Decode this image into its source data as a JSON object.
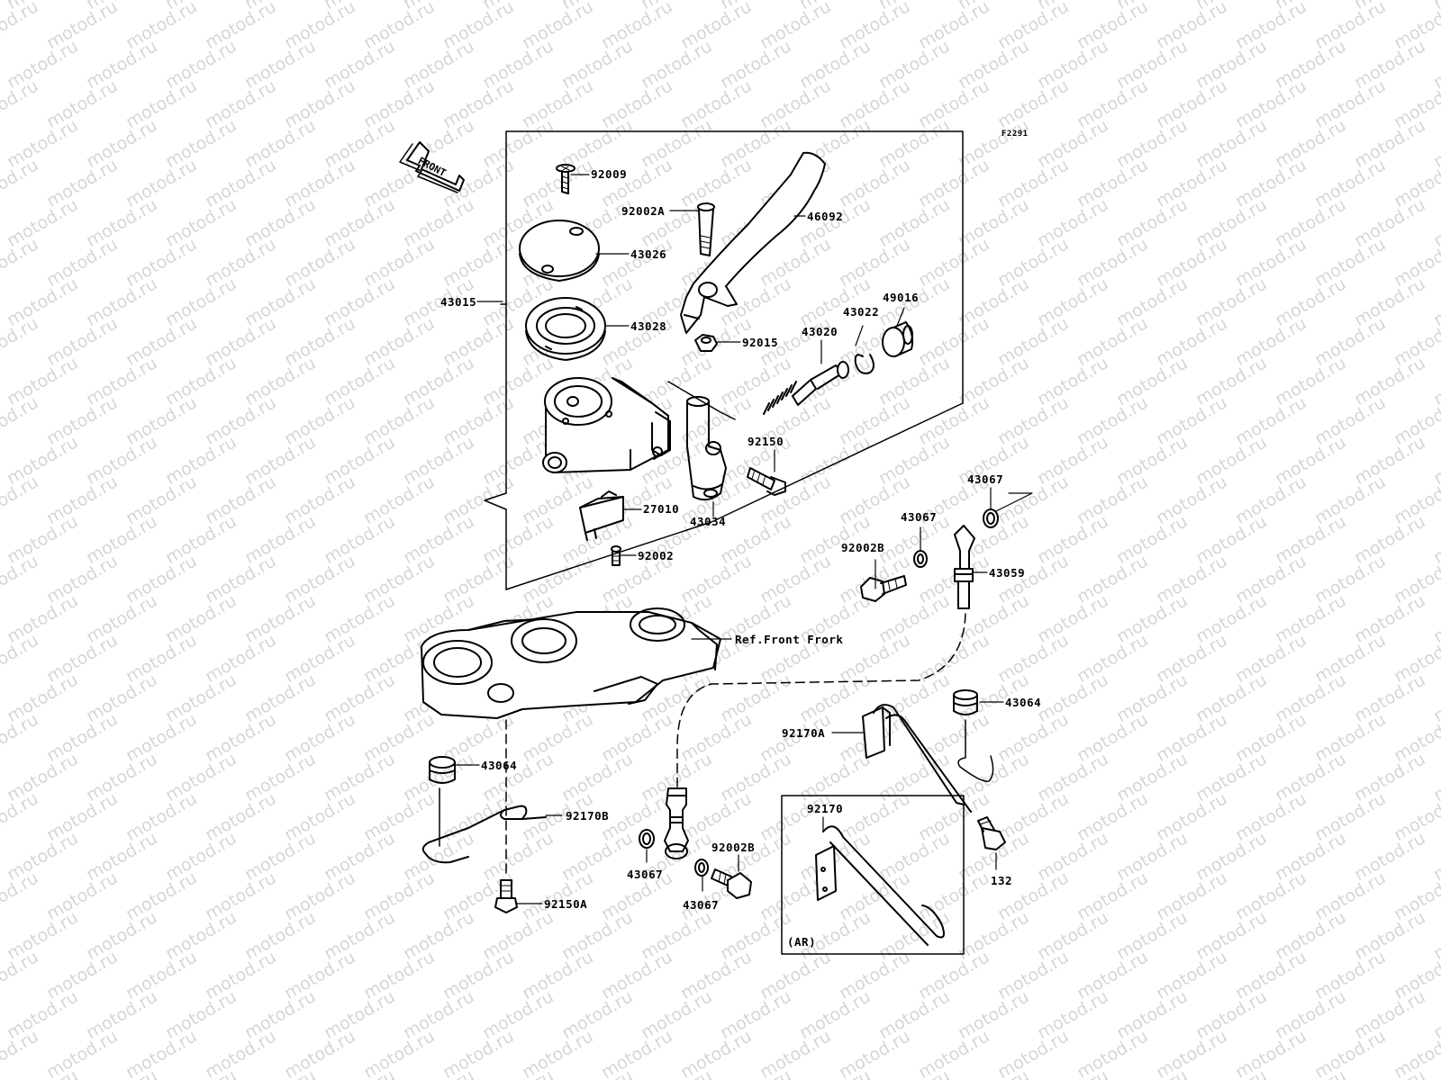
{
  "watermark": "motod.ru",
  "diagram_code": "F2291",
  "front_label": "FRONT",
  "ref_label": "Ref.Front Frork",
  "option_label": "(AR)",
  "parts": [
    "92009",
    "43026",
    "92002A",
    "46092",
    "43015",
    "43028",
    "92015",
    "43020",
    "43022",
    "49016",
    "92150",
    "27010",
    "43034",
    "92002",
    "43067",
    "43067",
    "92002B",
    "43059",
    "43064",
    "92170A",
    "43064",
    "92170B",
    "92150A",
    "43067",
    "43067",
    "92002B",
    "92170",
    "132"
  ]
}
